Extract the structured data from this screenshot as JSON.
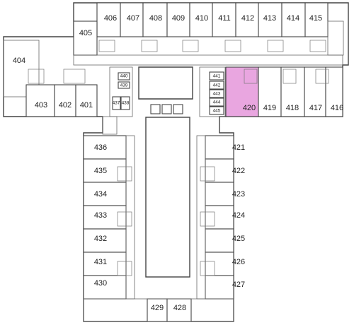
{
  "highlight_color": "#e9a6e0",
  "floor_plan": {
    "rooms": [
      {
        "id": "r404",
        "label": "404"
      },
      {
        "id": "r405",
        "label": "405"
      },
      {
        "id": "r406",
        "label": "406"
      },
      {
        "id": "r407",
        "label": "407"
      },
      {
        "id": "r408",
        "label": "408"
      },
      {
        "id": "r409",
        "label": "409"
      },
      {
        "id": "r410",
        "label": "410"
      },
      {
        "id": "r411",
        "label": "411"
      },
      {
        "id": "r412",
        "label": "412"
      },
      {
        "id": "r413",
        "label": "413"
      },
      {
        "id": "r414",
        "label": "414"
      },
      {
        "id": "r415",
        "label": "415"
      },
      {
        "id": "r403",
        "label": "403"
      },
      {
        "id": "r402",
        "label": "402"
      },
      {
        "id": "r401",
        "label": "401"
      },
      {
        "id": "r440",
        "label": "440"
      },
      {
        "id": "r439",
        "label": "439"
      },
      {
        "id": "r437",
        "label": "437"
      },
      {
        "id": "r438",
        "label": "438"
      },
      {
        "id": "r441",
        "label": "441"
      },
      {
        "id": "r442",
        "label": "442"
      },
      {
        "id": "r443",
        "label": "443"
      },
      {
        "id": "r444",
        "label": "444"
      },
      {
        "id": "r445",
        "label": "445"
      },
      {
        "id": "r420",
        "label": "420",
        "highlighted": true
      },
      {
        "id": "r419",
        "label": "419"
      },
      {
        "id": "r418",
        "label": "418"
      },
      {
        "id": "r417",
        "label": "417"
      },
      {
        "id": "r416",
        "label": "416"
      },
      {
        "id": "r436",
        "label": "436"
      },
      {
        "id": "r435",
        "label": "435"
      },
      {
        "id": "r434",
        "label": "434"
      },
      {
        "id": "r433",
        "label": "433"
      },
      {
        "id": "r432",
        "label": "432"
      },
      {
        "id": "r431",
        "label": "431"
      },
      {
        "id": "r430",
        "label": "430"
      },
      {
        "id": "r429",
        "label": "429"
      },
      {
        "id": "r428",
        "label": "428"
      },
      {
        "id": "r427",
        "label": "427"
      },
      {
        "id": "r426",
        "label": "426"
      },
      {
        "id": "r425",
        "label": "425"
      },
      {
        "id": "r424",
        "label": "424"
      },
      {
        "id": "r423",
        "label": "423"
      },
      {
        "id": "r422",
        "label": "422"
      },
      {
        "id": "r421",
        "label": "421"
      }
    ]
  }
}
